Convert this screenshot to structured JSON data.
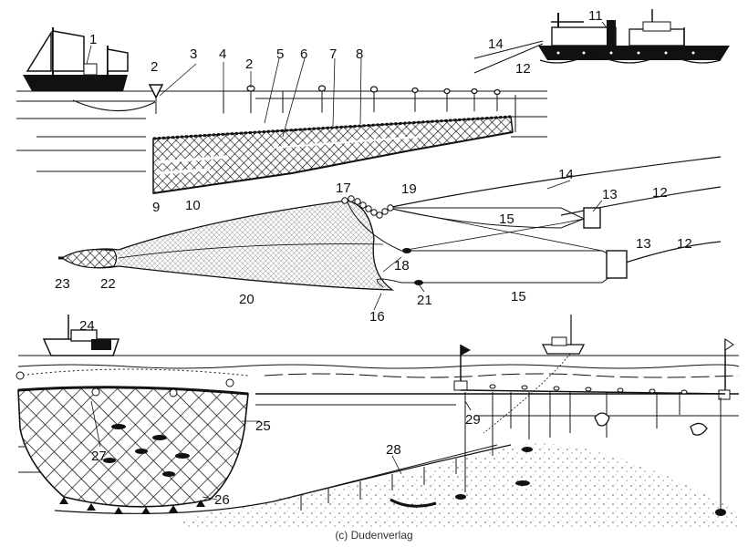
{
  "figure": {
    "callouts": [
      "1",
      "2",
      "3",
      "4",
      "2",
      "5",
      "6",
      "7",
      "8",
      "9",
      "10",
      "11",
      "12",
      "14",
      "12",
      "13",
      "14",
      "15",
      "17",
      "19",
      "13",
      "12",
      "15",
      "18",
      "21",
      "16",
      "20",
      "22",
      "23",
      "24",
      "25",
      "26",
      "27",
      "28",
      "29"
    ]
  },
  "credit": "(c) Dudenverlag",
  "colors": {
    "ink": "#111111",
    "water": "#bdbdbd",
    "seabed": "#777777",
    "background": "#ffffff"
  },
  "icons": [
    "sailing-trawler-icon",
    "stern-trawler-icon",
    "motorboat-icon",
    "fish-icon",
    "buoy-flag-icon"
  ]
}
